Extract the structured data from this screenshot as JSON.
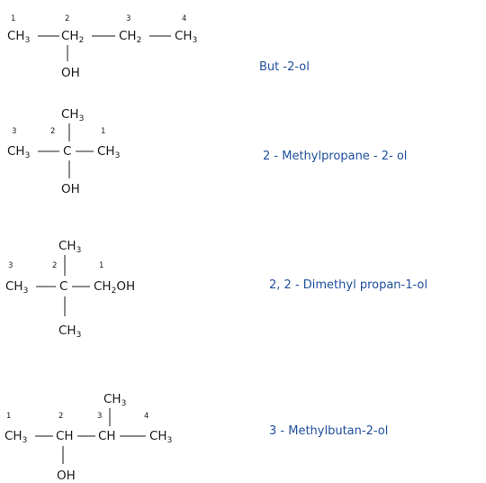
{
  "atoms": {
    "ch3": "CH",
    "ch2": "CH",
    "ch": "CH",
    "c": "C",
    "oh": "OH",
    "ch2oh_pre": "CH",
    "ch2oh_post": "OH",
    "sub3": "3",
    "sub2": "2"
  },
  "structures": [
    {
      "name": "But -2-ol",
      "numbers": [
        "1",
        "2",
        "3",
        "4"
      ]
    },
    {
      "name": "2 - Methylpropane - 2- ol",
      "numbers": [
        "3",
        "2",
        "1"
      ]
    },
    {
      "name": "2, 2 - Dimethyl propan-1-ol",
      "numbers": [
        "3",
        "2",
        "1"
      ]
    },
    {
      "name": "3 - Methylbutan-2-ol",
      "numbers": [
        "1",
        "2",
        "3",
        "4"
      ]
    }
  ],
  "colors": {
    "name_text": "#1f4e9c",
    "formula_text": "#1a1a1a"
  }
}
